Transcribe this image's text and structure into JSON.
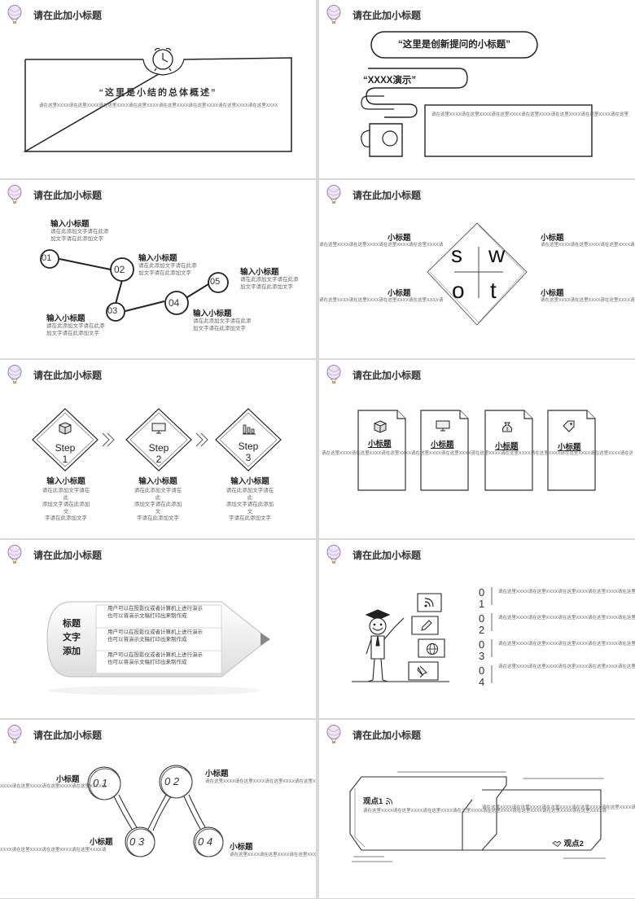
{
  "header_title": "请在此加小标题",
  "slide1": {
    "quote": "“这里是小结的总体概述”",
    "body": "请在这里XXXX请在这里XXXX请在这里XXXX请在这里XXXX请在这里XXXX请在这里XXXX请在这里XXXX请在这里XXXX"
  },
  "slide2": {
    "headline": "“这里是创新提问的小标题”",
    "demo": "“XXXX演示”",
    "body": "请在这里XXXX请在这里XXXX请在这里XXXX请在这里XXXX请在这里XXXX请在这里XXXX请在这里"
  },
  "slide3": {
    "items": [
      {
        "num": "01",
        "title": "输入小标题",
        "text1": "请在此添加文字请在此添",
        "text2": "加文字请在此添加文字"
      },
      {
        "num": "02",
        "title": "输入小标题",
        "text1": "请在此添加文字请在此添",
        "text2": "加文字请在此添加文字"
      },
      {
        "num": "03",
        "title": "输入小标题",
        "text1": "请在此添加文字请在此添",
        "text2": "加文字请在此添加文字"
      },
      {
        "num": "04",
        "title": "输入小标题",
        "text1": "请在此添加文字请在此添",
        "text2": "加文字请在此添加文字"
      },
      {
        "num": "05",
        "title": "输入小标题",
        "text1": "请在此添加文字请在此添",
        "text2": "加文字请在此添加文字"
      }
    ]
  },
  "slide4": {
    "letters": [
      "s",
      "w",
      "o",
      "t"
    ],
    "label": "小标题",
    "text": "请在这里XXXX请在这里XXXX请在这里XXXX请在这里XXXX请",
    "text_right": "请在这里XXXX请在这里XXXX请在这里XXXX请在这里XXXX请在这里XXXX请"
  },
  "slide5": {
    "steps": [
      {
        "word": "Step",
        "num": "1",
        "title": "输入小标题",
        "text": [
          "请在此添加文字请在此",
          "添加文字请在此添加文",
          "字请在此添加文字"
        ]
      },
      {
        "word": "Step",
        "num": "2",
        "title": "输入小标题",
        "text": [
          "请在此添加文字请在此",
          "添加文字请在此添加文",
          "字请在此添加文字"
        ]
      },
      {
        "word": "Step",
        "num": "3",
        "title": "输入小标题",
        "text": [
          "请在此添加文字请在此",
          "添加文字请在此添加文",
          "字请在此添加文字"
        ]
      }
    ]
  },
  "slide6": {
    "label": "小标题",
    "strip": "请在这里XXXX请在这里XXXX请在这里XXXX请在这里XXXX请在这里XXXX请在这里XXXX请在这里XXXX请在这里XXXX请在这里XXXX请在这里XXXX请在这里XXXX请在这里XXXX请在这里XXXX"
  },
  "slide7": {
    "label_lines": [
      "标题",
      "文字",
      "添加"
    ],
    "rows": [
      {
        "line1": "用户可以在投影仪或者计算机上进行演示",
        "line2": "也可以将演示文稿打印出来制作成"
      },
      {
        "line1": "用户可以在投影仪或者计算机上进行演示",
        "line2": "也可以将演示文稿打印出来制作成"
      },
      {
        "line1": "用户可以在投影仪或者计算机上进行演示",
        "line2": "也可以将演示文稿打印出来制作成"
      }
    ]
  },
  "slide8": {
    "items": [
      {
        "num": "0 1",
        "text": "请在这里XXXX请在这里XXXX请在这里XXXX请在这里XXXX请在这里"
      },
      {
        "num": "0 2",
        "text": "请在这里XXXX请在这里XXXX请在这里XXXX请在这里XXXX请在这里"
      },
      {
        "num": "0 3",
        "text": "请在这里XXXX请在这里XXXX请在这里XXXX请在这里XXXX请在这里"
      },
      {
        "num": "0 4",
        "text": "请在这里XXXX请在这里XXXX请在这里XXXX请在这里XXXX请在这里"
      }
    ]
  },
  "slide9": {
    "nums": [
      "0 1",
      "0 2",
      "0 3",
      "0 4"
    ],
    "label": "小标题",
    "text": "请在这里XXXX请在这里XXXX请在这里XXXX请在这里XXXX请",
    "text_left": "XXXX请在这里XXXX请在这里XXXX请在这里XXXX请"
  },
  "slide10": {
    "point1": "观点1",
    "point2": "观点2",
    "text1": "请在这里XXXX请在这里XXXX请在这里XXXX请在这里XXXX请在这里XXXX请在这里XXXX请在这里XXXX请在这里XXXX请",
    "text2": "请在这里XXXX请在这里XXXX请在这里XXXX请在这里XXXX请在这里XXXX请在这里XXXX请在这里XXXX请在这里XXXX请"
  }
}
